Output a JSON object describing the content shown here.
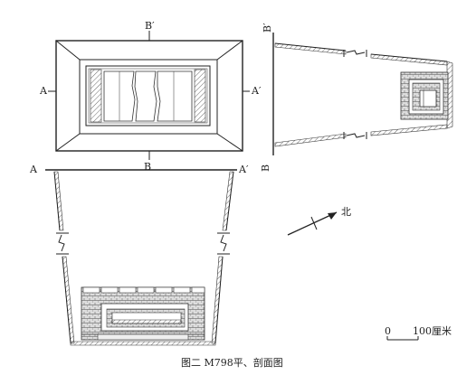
{
  "caption": "图二   M798平、剖面图",
  "north_label": "北",
  "scale": {
    "zero": "0",
    "value": "100厘米"
  },
  "section_labels": {
    "plan_top": "B′",
    "plan_bottom": "B",
    "plan_left": "A",
    "plan_right": "A′",
    "section_a_left": "A",
    "section_a_right": "A′",
    "section_b_top": "B′",
    "section_b_bottom": "B"
  }
}
